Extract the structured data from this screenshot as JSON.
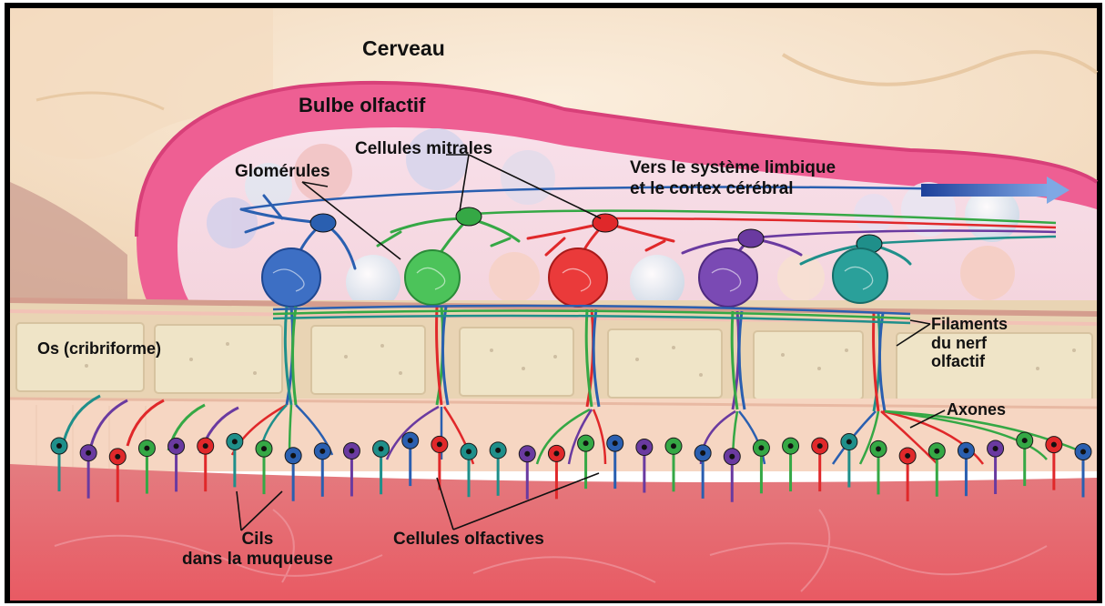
{
  "labels": {
    "cerveau": "Cerveau",
    "bulbe": "Bulbe olfactif",
    "cellules_mitrales": "Cellules mitrales",
    "glomerules": "Glomérules",
    "vers_line1": "Vers le système limbique",
    "vers_line2": "et le cortex cérébral",
    "os": "Os (cribriforme)",
    "filaments_line1": "Filaments",
    "filaments_line2": "du nerf",
    "filaments_line3": "olfactif",
    "axones": "Axones",
    "cils_line1": "Cils",
    "cils_line2": "dans la muqueuse",
    "cellules_olfactives": "Cellules olfactives"
  },
  "colors": {
    "blue": "#2a5fb0",
    "green": "#35a845",
    "red": "#e0282a",
    "purple": "#6a3aa0",
    "teal": "#1f8f8a",
    "bulb": "#ee5f93",
    "brain": "#f5e2c9",
    "bone": "#eadcbf",
    "mucosa": "#e06a6f"
  },
  "glomeruli_colors": [
    "blue",
    "green",
    "red",
    "purple",
    "teal"
  ],
  "receptor_colors": [
    "teal",
    "purple",
    "red",
    "green",
    "purple",
    "red",
    "teal",
    "green",
    "blue",
    "blue",
    "purple",
    "teal",
    "blue",
    "red",
    "teal",
    "teal",
    "purple",
    "red",
    "green",
    "blue",
    "purple",
    "green",
    "blue",
    "purple",
    "green",
    "green",
    "red",
    "teal",
    "green",
    "red",
    "green",
    "blue",
    "purple",
    "green",
    "red",
    "blue"
  ]
}
